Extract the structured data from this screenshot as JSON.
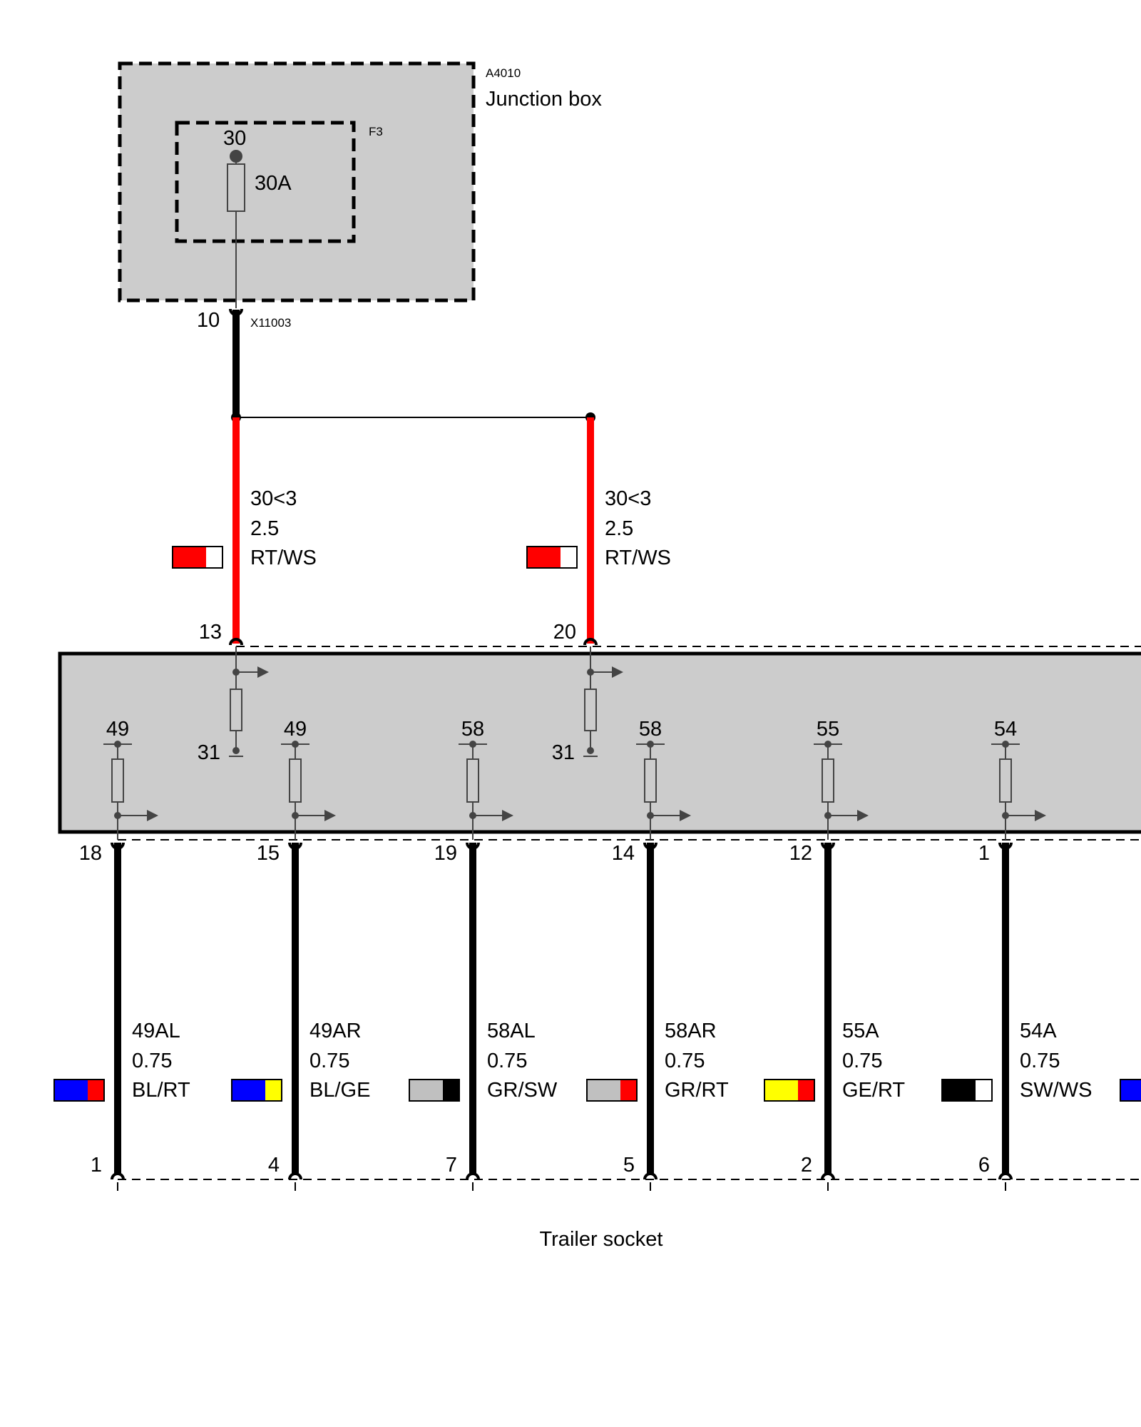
{
  "junction_box": {
    "id": "A4010",
    "name": "Junction box",
    "fuse": {
      "id": "F3",
      "terminal": "30",
      "rating": "30A"
    },
    "output_pin": "10",
    "connector": "X11003"
  },
  "supply_wires": [
    {
      "signal": "30<3",
      "size": "2.5",
      "color_code": "RT/WS",
      "colors": [
        "#ff0000",
        "#ffffff"
      ],
      "module_pin": "13",
      "ground_label": "31"
    },
    {
      "signal": "30<3",
      "size": "2.5",
      "color_code": "RT/WS",
      "colors": [
        "#ff0000",
        "#ffffff"
      ],
      "module_pin": "20",
      "ground_label": "31"
    }
  ],
  "outputs": [
    {
      "internal": "49",
      "module_pin": "18",
      "signal": "49AL",
      "size": "0.75",
      "color_code": "BL/RT",
      "colors": [
        "#0000ff",
        "#ff0000"
      ],
      "socket_pin": "1"
    },
    {
      "internal": "49",
      "module_pin": "15",
      "signal": "49AR",
      "size": "0.75",
      "color_code": "BL/GE",
      "colors": [
        "#0000ff",
        "#ffff00"
      ],
      "socket_pin": "4"
    },
    {
      "internal": "58",
      "module_pin": "19",
      "signal": "58AL",
      "size": "0.75",
      "color_code": "GR/SW",
      "colors": [
        "#c0c0c0",
        "#000000"
      ],
      "socket_pin": "7"
    },
    {
      "internal": "58",
      "module_pin": "14",
      "signal": "58AR",
      "size": "0.75",
      "color_code": "GR/RT",
      "colors": [
        "#c0c0c0",
        "#ff0000"
      ],
      "socket_pin": "5"
    },
    {
      "internal": "55",
      "module_pin": "12",
      "signal": "55A",
      "size": "0.75",
      "color_code": "GE/RT",
      "colors": [
        "#ffff00",
        "#ff0000"
      ],
      "socket_pin": "2"
    },
    {
      "internal": "54",
      "module_pin": "1",
      "signal": "54A",
      "size": "0.75",
      "color_code": "SW/WS",
      "colors": [
        "#000000",
        "#ffffff"
      ],
      "socket_pin": "6"
    }
  ],
  "partial_swatch_colors": [
    "#0000ff"
  ],
  "trailer_socket": {
    "label": "Trailer socket"
  }
}
